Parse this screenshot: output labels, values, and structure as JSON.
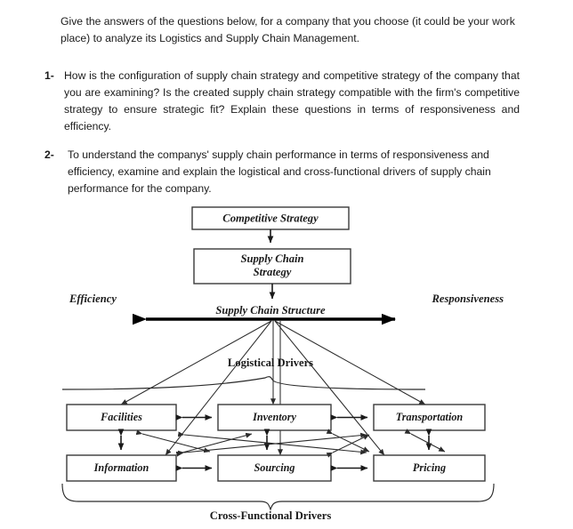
{
  "document": {
    "intro": "Give the answers of the questions below, for a company that you choose (it could be your work place) to analyze its Logistics and Supply Chain Management.",
    "questions": [
      {
        "number": "1-",
        "text": "How is the configuration of supply chain strategy and competitive strategy of the company that you are examining? Is the created supply chain strategy compatible with the firm's competitive strategy to ensure strategic fit? Explain these questions in terms of responsiveness and efficiency."
      },
      {
        "number": "2-",
        "text": "To understand the companys' supply chain performance in terms of responsiveness and efficiency, examine and explain the logistical and cross-functional drivers of supply chain performance for the company."
      }
    ]
  },
  "diagram": {
    "title_boxes": {
      "competitive_strategy": "Competitive Strategy",
      "supply_chain_strategy_line1": "Supply Chain",
      "supply_chain_strategy_line2": "Strategy"
    },
    "structure_label": "Supply Chain Structure",
    "axis": {
      "left": "Efficiency",
      "right": "Responsiveness"
    },
    "group_labels": {
      "logistical": "Logistical Drivers",
      "cross_functional": "Cross-Functional Drivers"
    },
    "drivers": {
      "logistical": [
        "Facilities",
        "Inventory",
        "Transportation"
      ],
      "cross_functional": [
        "Information",
        "Sourcing",
        "Pricing"
      ]
    },
    "colors": {
      "box_stroke": "#3a3a3a",
      "line": "#2b2b2b",
      "text": "#1a1a1a",
      "background": "#ffffff"
    }
  }
}
